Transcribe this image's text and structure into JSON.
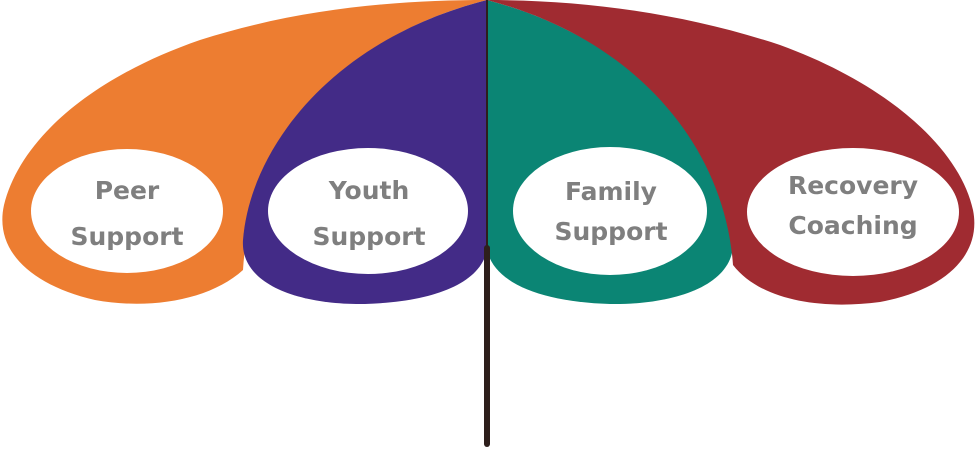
{
  "diagram": {
    "title": "",
    "type": "umbrella",
    "colors": {
      "peer": "#ed7d31",
      "youth": "#432b87",
      "family": "#0b8574",
      "recovery": "#a02b31",
      "stem": "#2e1f1c",
      "label_text": "#7f7f7f",
      "ellipse_fill": "#ffffff"
    },
    "segments": [
      {
        "id": "peer",
        "line1": "Peer",
        "line2": "Support"
      },
      {
        "id": "youth",
        "line1": "Youth",
        "line2": "Support"
      },
      {
        "id": "family",
        "line1": "Family",
        "line2": "Support"
      },
      {
        "id": "recovery",
        "line1": "Recovery",
        "line2": "Coaching"
      }
    ]
  }
}
